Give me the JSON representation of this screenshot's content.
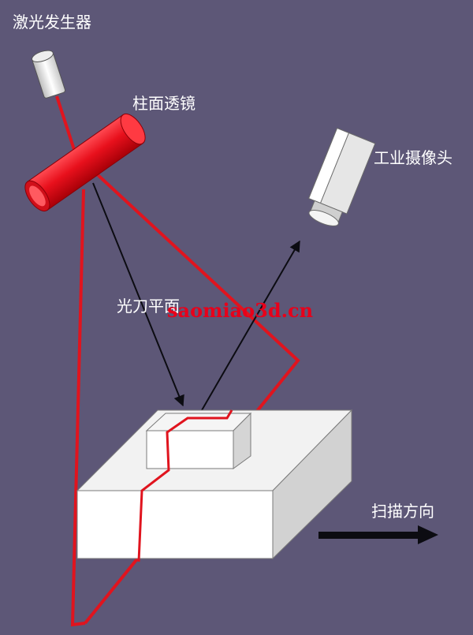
{
  "labels": {
    "laser_generator": "激光发生器",
    "cylindrical_lens": "柱面透镜",
    "industrial_camera": "工业摄像头",
    "light_plane": "光刀平面",
    "scan_direction": "扫描方向"
  },
  "watermark": "saomiao3d.cn",
  "colors": {
    "background": "#5d5777",
    "laser": "#e0141e",
    "lens": "#e8101c",
    "text": "#ffffff",
    "arrows": "#0c0c12",
    "watermark": "#e8001a"
  },
  "icons": {
    "laser_generator": "cylinder-icon",
    "industrial_camera": "camera-icon"
  }
}
